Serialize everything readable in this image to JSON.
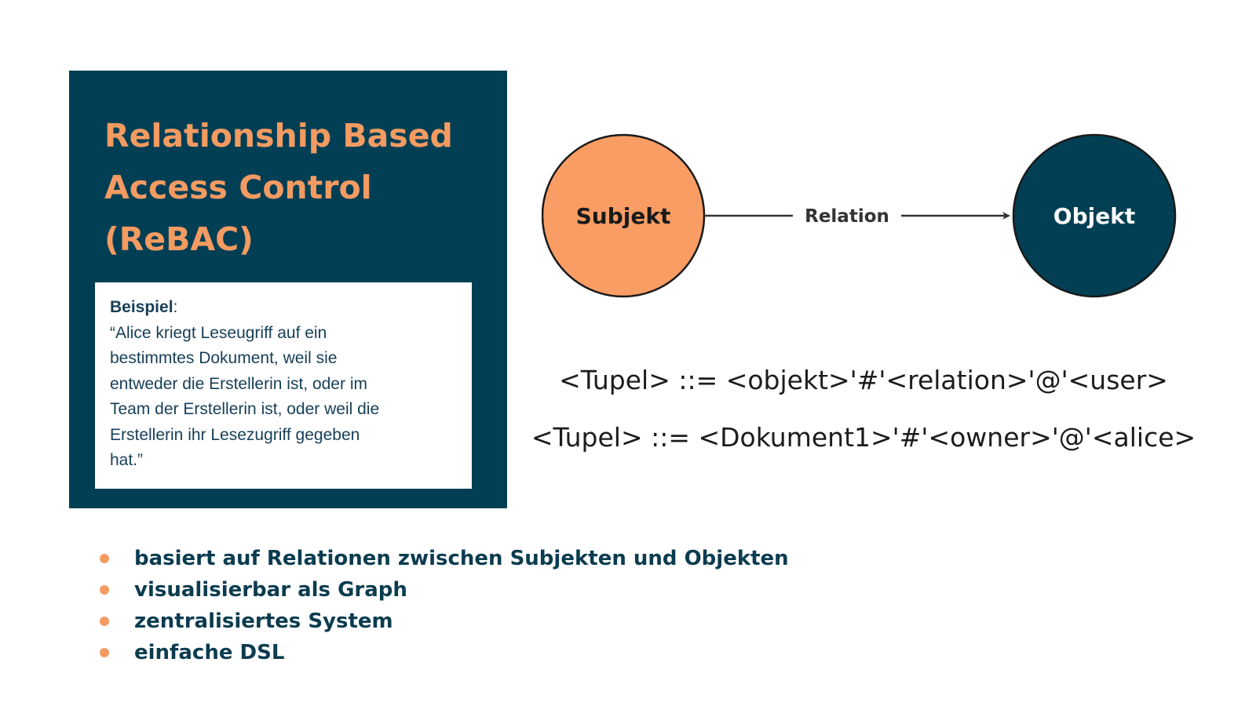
{
  "colors": {
    "panel": "#023f55",
    "accent": "#f49b62",
    "subject_fill": "#f99d65",
    "object_fill": "#023f55",
    "text_dark": "#0b3c4f"
  },
  "title_panel": {
    "title": "Relationship Based Access Control (ReBAC)",
    "example": {
      "label": "Beispiel",
      "colon": ":",
      "quote": "“Alice kriegt Leseugriff auf ein\nbestimmtes Dokument, weil sie\nentweder die Erstellerin ist, oder im\nTeam der Erstellerin ist, oder weil die\nErstellerin ihr Lesezugriff gegeben\nhat.”"
    }
  },
  "diagram": {
    "subject_label": "Subjekt",
    "relation_label": "Relation",
    "object_label": "Objekt"
  },
  "tuples": [
    "<Tupel> ::= <objekt>'#'<relation>'@'<user>",
    "<Tupel> ::= <Dokument1>'#'<owner>'@'<alice>"
  ],
  "bullets": [
    "basiert auf Relationen zwischen Subjekten und Objekten",
    "visualisierbar als Graph",
    "zentralisiertes System",
    "einfache DSL"
  ]
}
